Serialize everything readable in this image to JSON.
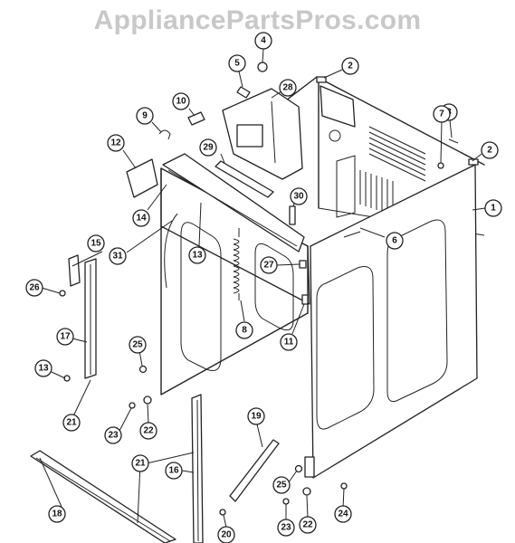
{
  "watermark": "AppliancePartsPros.com",
  "callouts": [
    {
      "id": "c1",
      "label": "1"
    },
    {
      "id": "c2a",
      "label": "2"
    },
    {
      "id": "c2b",
      "label": "2"
    },
    {
      "id": "c3",
      "label": "3"
    },
    {
      "id": "c4",
      "label": "4"
    },
    {
      "id": "c5",
      "label": "5"
    },
    {
      "id": "c6",
      "label": "6"
    },
    {
      "id": "c7",
      "label": "7"
    },
    {
      "id": "c8",
      "label": "8"
    },
    {
      "id": "c9",
      "label": "9"
    },
    {
      "id": "c10",
      "label": "10"
    },
    {
      "id": "c11",
      "label": "11"
    },
    {
      "id": "c12",
      "label": "12"
    },
    {
      "id": "c13a",
      "label": "13"
    },
    {
      "id": "c13b",
      "label": "13"
    },
    {
      "id": "c14",
      "label": "14"
    },
    {
      "id": "c15",
      "label": "15"
    },
    {
      "id": "c16",
      "label": "16"
    },
    {
      "id": "c17",
      "label": "17"
    },
    {
      "id": "c18",
      "label": "18"
    },
    {
      "id": "c19",
      "label": "19"
    },
    {
      "id": "c20",
      "label": "20"
    },
    {
      "id": "c21a",
      "label": "21"
    },
    {
      "id": "c21b",
      "label": "21"
    },
    {
      "id": "c22a",
      "label": "22"
    },
    {
      "id": "c22b",
      "label": "22"
    },
    {
      "id": "c23a",
      "label": "23"
    },
    {
      "id": "c23b",
      "label": "23"
    },
    {
      "id": "c24",
      "label": "24"
    },
    {
      "id": "c25a",
      "label": "25"
    },
    {
      "id": "c25b",
      "label": "25"
    },
    {
      "id": "c26",
      "label": "26"
    },
    {
      "id": "c27",
      "label": "27"
    },
    {
      "id": "c28",
      "label": "28"
    },
    {
      "id": "c29",
      "label": "29"
    },
    {
      "id": "c30",
      "label": "30"
    },
    {
      "id": "c31",
      "label": "31"
    }
  ]
}
